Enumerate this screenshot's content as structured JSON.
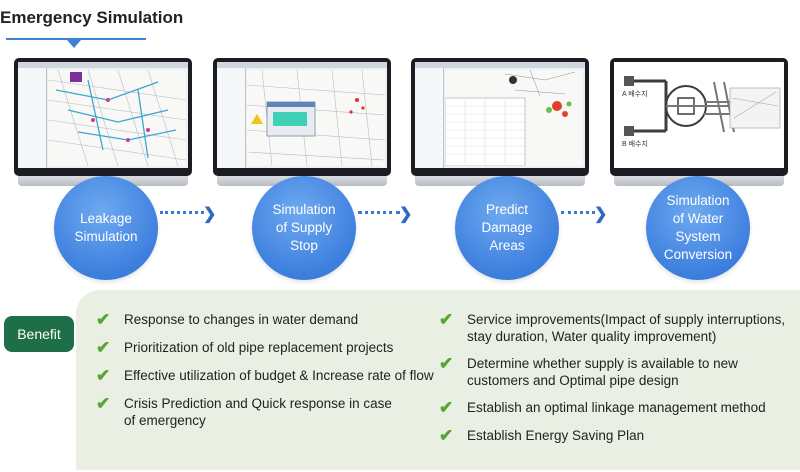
{
  "header": {
    "title": "Emergency Simulation"
  },
  "steps": [
    {
      "label": "Leakage Simulation"
    },
    {
      "label": "Simulation of Supply Stop"
    },
    {
      "label": "Predict Damage Areas"
    },
    {
      "label": "Simulation of Water System Conversion"
    }
  ],
  "screen4": {
    "label_a": "A 배수지",
    "label_b": "B 배수지"
  },
  "benefit": {
    "tag": "Benefit",
    "left": [
      "Response to changes in water demand",
      "Prioritization of old pipe replacement projects",
      "Effective utilization of budget & Increase rate of flow",
      "Crisis Prediction and Quick response in case of emergency"
    ],
    "right": [
      "Service improvements(Impact of supply interruptions, stay duration, Water quality improvement)",
      "Determine whether supply is available to new customers and Optimal pipe design",
      "Establish an optimal linkage management method",
      "Establish Energy Saving Plan"
    ]
  },
  "colors": {
    "accent": "#3b82d6",
    "circle": "#3d7fde",
    "benefit_tag": "#1e6f47",
    "check": "#57a632",
    "panel": "#e9efe3"
  },
  "icons": {
    "check": "check-icon",
    "arrow": "arrow-right-icon"
  }
}
